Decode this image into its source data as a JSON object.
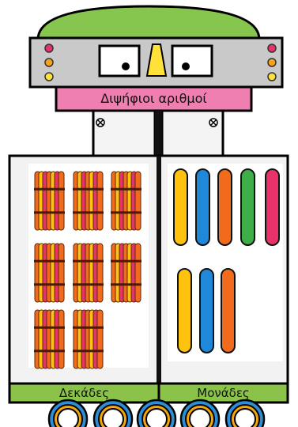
{
  "title_banner": {
    "text": "Διψήφιοι αριθμοί"
  },
  "columns": {
    "tens": {
      "label": "Δεκάδες",
      "bundle_count": 8
    },
    "ones": {
      "label": "Μονάδες",
      "stick_count": 8
    }
  },
  "colors": {
    "head_dome": "#86c64f",
    "head_body": "#c9c9c9",
    "banner": "#ef7fb0",
    "label_bar": "#8bc34a",
    "wheel_outer": "#2c8ed6",
    "wheel_inner": "#f4a60a",
    "stick_yellow": "#ffc20e",
    "stick_blue": "#1f88d8",
    "stick_orange": "#f26b1d",
    "stick_green": "#3fae49",
    "stick_pink": "#e8336a"
  },
  "head": {
    "lights_left": [
      "pink",
      "orange",
      "yellow"
    ],
    "lights_right": [
      "pink",
      "orange",
      "yellow"
    ]
  }
}
